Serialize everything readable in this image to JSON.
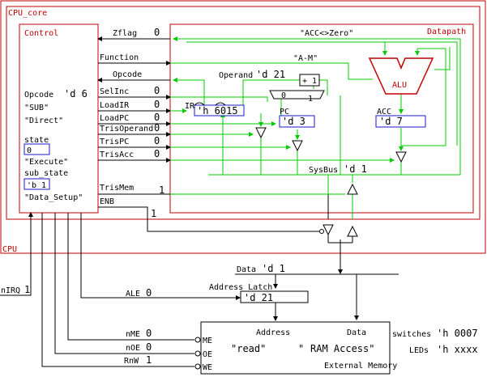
{
  "cpu": {
    "title": "CPU",
    "core_title": "CPU_core",
    "control_title": "Control",
    "datapath_title": "Datapath"
  },
  "control": {
    "opcode_label": "Opcode",
    "opcode_value": "'d 6",
    "opcode_name": "\"SUB\"",
    "mode_name": "\"Direct\"",
    "state_label": "state",
    "state_value": "0",
    "state_name": "\"Execute\"",
    "sub_state_label": "sub_state",
    "sub_state_value": "'b 1",
    "sub_state_name": "\"Data_Setup\""
  },
  "signals": [
    {
      "name": "Zflag",
      "value": "0"
    },
    {
      "name": "Function",
      "value": ""
    },
    {
      "name": "Opcode",
      "value": ""
    },
    {
      "name": "SelInc",
      "value": "0"
    },
    {
      "name": "LoadIR",
      "value": "0"
    },
    {
      "name": "LoadPC",
      "value": "0"
    },
    {
      "name": "TrisOperand",
      "value": "0"
    },
    {
      "name": "TrisPC",
      "value": "0"
    },
    {
      "name": "TrisAcc",
      "value": "0"
    },
    {
      "name": "TrisMem",
      "value": "1"
    },
    {
      "name": "ENB",
      "value": "1"
    }
  ],
  "datapath": {
    "acc_zero_label": "\"ACC<>Zero\"",
    "alu_op_label": "\"A-M\"",
    "operand_label": "Operand",
    "operand_value": "'d 21",
    "plus_one_label": "+ 1",
    "mux_zero": "0",
    "mux_one": "1",
    "ir_label": "IR",
    "ir_value": "'h 6015",
    "pc_label": "PC",
    "pc_value": "'d 3",
    "alu_label": "ALU",
    "acc_label": "ACC",
    "acc_value": "'d 7",
    "sysbus_label": "SysBus",
    "sysbus_value": "'d 1"
  },
  "external": {
    "data_label": "Data",
    "data_value": "'d 1",
    "nirq_label": "nIRQ",
    "nirq_value": "1",
    "ale_label": "ALE",
    "ale_value": "0",
    "address_latch_label": "Address Latch",
    "address_latch_value": "'d 21",
    "nme_label": "nME",
    "nme_value": "0",
    "noe_label": "nOE",
    "noe_value": "0",
    "rnw_label": "RnW",
    "rnw_value": "1",
    "memory": {
      "pin_me": "ME",
      "pin_oe": "OE",
      "pin_we": "WE",
      "address_label": "Address",
      "data_label": "Data",
      "mode": "\"read\"",
      "quote": "\"",
      "status": "RAM Access\"",
      "title": "External Memory"
    },
    "switches_label": "switches",
    "switches_value": "'h 0007",
    "leds_label": "LEDs",
    "leds_value": "'h xxxx"
  }
}
